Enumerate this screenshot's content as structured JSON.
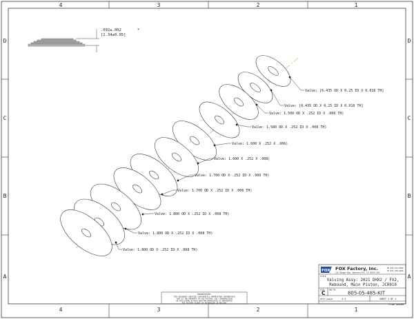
{
  "zones": {
    "columns": [
      "4",
      "3",
      "2",
      "1"
    ],
    "rows": [
      "D",
      "C",
      "B",
      "A"
    ]
  },
  "dimension_callout": {
    "line1": ".092±.002",
    "line2": "[2.34±0.05]",
    "marker": "*"
  },
  "valves": [
    {
      "label": "Valve: [6.435 OD X 0.25 ID X 0.016 TH]"
    },
    {
      "label": "Valve: [0.435 OD X 0.25 ID X 0.016 TH]"
    },
    {
      "label": "Valve: 1.500 OD X .252 ID X .006 TH)"
    },
    {
      "label": "Valve: 1.500 OD X .252 ID X .006 TH)"
    },
    {
      "label": "Valve: 1.600 X .252 X .006)"
    },
    {
      "label": "Valve: 1.600 X .252 X .008)"
    },
    {
      "label": "Valve: 1.700 OD X .252 ID X .006 TH)"
    },
    {
      "label": "Valve: 1.700 OD X .252 ID X .006 TH)"
    },
    {
      "label": "Valve: 1.800 OD X .252 ID X .008 TH)"
    },
    {
      "label": "Valve: 1.800 OD X .252 ID X .008 TH)"
    },
    {
      "label": "Valve: 1.800 OD X .252 ID X .008 TH)"
    }
  ],
  "proprietary_notice": {
    "title": "PROPRIETARY",
    "lines": [
      "THIS DOCUMENT CONTAINS CONFIDENTIAL PROPRIETARY INFORMATION",
      "THAT IS THE PROPERTY OF FOX FACTORY, INC. REPRODUCTION",
      "OR DISCLOSURE WITHOUT WRITTEN PERMISSION IS PROHIBITED",
      "FOX FACTORY EXCEPT AS AUTHORIZED IN WRITING"
    ]
  },
  "title_block": {
    "logo": "FOX",
    "company": "FOX Factory, Inc.",
    "phone_lines": [
      "PH 831-274-6500",
      "FX 831-768-0100"
    ],
    "address": "130 Hangar Way, Watsonville, CA 95076 USA",
    "title_caption": "TITLE",
    "title_lines": [
      "Valving Assy: 2021 DHX2 / FX2,",
      "Rebound, Main Piston, JCR010"
    ],
    "size_caption": "SIZE",
    "dwg_caption": "DWG NO.",
    "size": "C",
    "dwg_no": "805-05-485-KIT",
    "plot_scale_caption": "PLOT SCALE",
    "plot_scale": "4:1",
    "sheet": "SHEET 1 OF 1",
    "status": "ProE ASSEM"
  }
}
